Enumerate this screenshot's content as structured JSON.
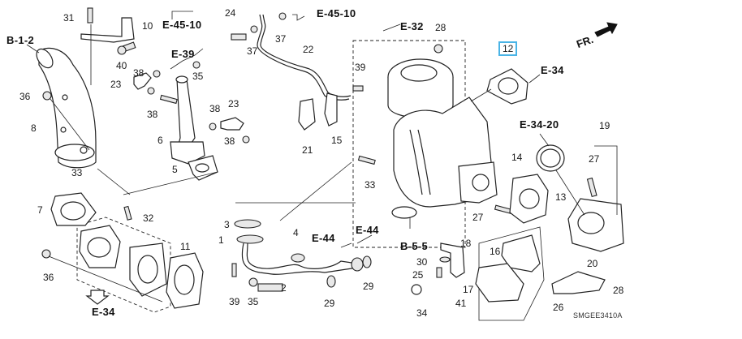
{
  "diagram": {
    "title_code": "SMGEE3410A",
    "direction_indicator": "FR.",
    "highlighted_part": "12",
    "highlight_color": "#4ab4e6",
    "part_labels": [
      {
        "id": "p31",
        "text": "31"
      },
      {
        "id": "p10",
        "text": "10"
      },
      {
        "id": "p40",
        "text": "40"
      },
      {
        "id": "p24",
        "text": "24"
      },
      {
        "id": "p37a",
        "text": "37"
      },
      {
        "id": "p37b",
        "text": "37"
      },
      {
        "id": "p22",
        "text": "22"
      },
      {
        "id": "p39a",
        "text": "39"
      },
      {
        "id": "p28a",
        "text": "28"
      },
      {
        "id": "p12",
        "text": "12"
      },
      {
        "id": "p36a",
        "text": "36"
      },
      {
        "id": "p38a",
        "text": "38"
      },
      {
        "id": "p23a",
        "text": "23"
      },
      {
        "id": "p35a",
        "text": "35"
      },
      {
        "id": "p38b",
        "text": "38"
      },
      {
        "id": "p38c",
        "text": "38"
      },
      {
        "id": "p23b",
        "text": "23"
      },
      {
        "id": "p38d",
        "text": "38"
      },
      {
        "id": "p8",
        "text": "8"
      },
      {
        "id": "p6",
        "text": "6"
      },
      {
        "id": "p21",
        "text": "21"
      },
      {
        "id": "p15",
        "text": "15"
      },
      {
        "id": "p5",
        "text": "5"
      },
      {
        "id": "p33a",
        "text": "33"
      },
      {
        "id": "p33b",
        "text": "33"
      },
      {
        "id": "p14",
        "text": "14"
      },
      {
        "id": "p19",
        "text": "19"
      },
      {
        "id": "p27a",
        "text": "27"
      },
      {
        "id": "p13",
        "text": "13"
      },
      {
        "id": "p7",
        "text": "7"
      },
      {
        "id": "p32",
        "text": "32"
      },
      {
        "id": "p27b",
        "text": "27"
      },
      {
        "id": "p3",
        "text": "3"
      },
      {
        "id": "p1",
        "text": "1"
      },
      {
        "id": "p4",
        "text": "4"
      },
      {
        "id": "p11",
        "text": "11"
      },
      {
        "id": "p18",
        "text": "18"
      },
      {
        "id": "p16",
        "text": "16"
      },
      {
        "id": "p30",
        "text": "30"
      },
      {
        "id": "p25",
        "text": "25"
      },
      {
        "id": "p20",
        "text": "20"
      },
      {
        "id": "p36b",
        "text": "36"
      },
      {
        "id": "p29a",
        "text": "29"
      },
      {
        "id": "p2",
        "text": "2"
      },
      {
        "id": "p29b",
        "text": "29"
      },
      {
        "id": "p17",
        "text": "17"
      },
      {
        "id": "p28b",
        "text": "28"
      },
      {
        "id": "p39b",
        "text": "39"
      },
      {
        "id": "p35b",
        "text": "35"
      },
      {
        "id": "p34",
        "text": "34"
      },
      {
        "id": "p41",
        "text": "41"
      },
      {
        "id": "p26",
        "text": "26"
      }
    ],
    "section_refs": [
      {
        "id": "r_b12",
        "text": "B-1-2"
      },
      {
        "id": "r_e4510a",
        "text": "E-45-10"
      },
      {
        "id": "r_e39",
        "text": "E-39"
      },
      {
        "id": "r_e4510b",
        "text": "E-45-10"
      },
      {
        "id": "r_e32",
        "text": "E-32"
      },
      {
        "id": "r_e34a",
        "text": "E-34"
      },
      {
        "id": "r_e3420",
        "text": "E-34-20"
      },
      {
        "id": "r_e44a",
        "text": "E-44"
      },
      {
        "id": "r_e44b",
        "text": "E-44"
      },
      {
        "id": "r_b55",
        "text": "B-5-5"
      },
      {
        "id": "r_e34b",
        "text": "E-34"
      }
    ]
  }
}
